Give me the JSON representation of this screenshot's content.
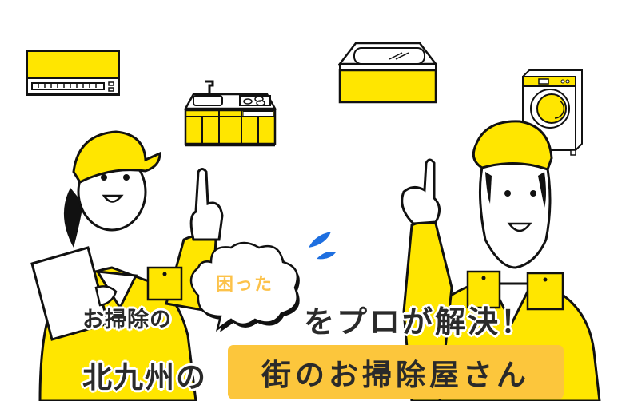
{
  "illustration": {
    "appliances": [
      {
        "name": "air-conditioner"
      },
      {
        "name": "kitchen-sink"
      },
      {
        "name": "bathtub"
      },
      {
        "name": "washing-machine"
      }
    ],
    "workers": [
      {
        "name": "female-worker",
        "pose": "pointing-up",
        "holding": "clipboard"
      },
      {
        "name": "male-worker",
        "pose": "pointing-up"
      }
    ]
  },
  "headline": {
    "line1_prefix": "お掃除の",
    "speech_bubble": "困った",
    "line1_suffix": "をプロが解決！",
    "line2_prefix": "北九州の",
    "badge": "街のお掃除屋さん"
  },
  "colors": {
    "uniform_yellow": "#ffe600",
    "badge_orange": "#fcc63c",
    "bubble_text": "#fcc24a",
    "text_dark": "#2a2a2a",
    "splash_blue": "#1e6fe0"
  }
}
